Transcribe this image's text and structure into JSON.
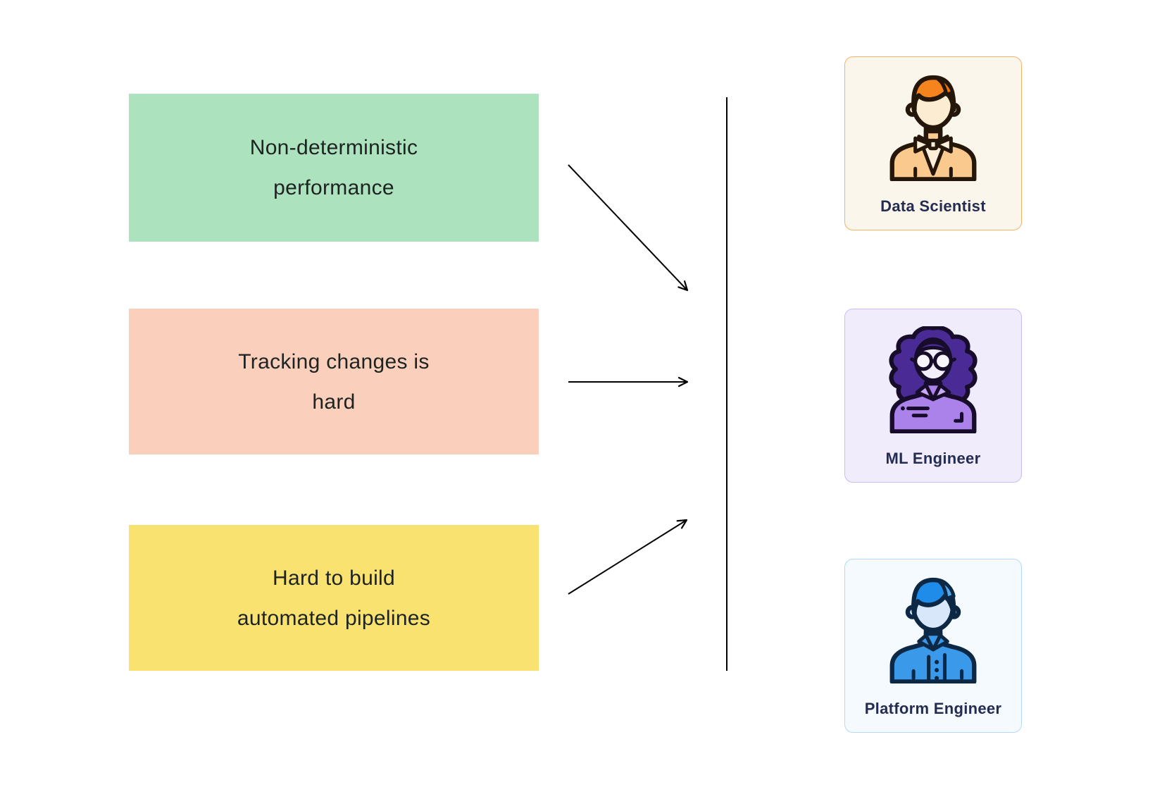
{
  "diagram": {
    "background": "#ffffff",
    "connector_color": "#000000"
  },
  "challenges": [
    {
      "line1": "Non-deterministic",
      "line2": "performance",
      "color": "#ACE3BE",
      "text_color": "#1D2320"
    },
    {
      "line1": "Tracking changes is",
      "line2": "hard",
      "color": "#FAD0BC",
      "text_color": "#1D2320"
    },
    {
      "line1": "Hard to build",
      "line2": "automated pipelines",
      "color": "#FAE271",
      "text_color": "#1D2320"
    }
  ],
  "personas": [
    {
      "label": "Data Scientist",
      "card_bg": "#FBF6EB",
      "border": "#F2B267",
      "label_color": "#252C52",
      "avatar": {
        "hair": "#F5831E",
        "hair_accent": "#ED760D",
        "skin": "#FCEDD2",
        "shirt": "#F9C98E",
        "detail": "#FBEFD9",
        "outline": "#241608"
      }
    },
    {
      "label": "ML Engineer",
      "card_bg": "#F0ECFC",
      "border": "#CBBCF2",
      "label_color": "#252C52",
      "avatar": {
        "hair": "#4A2B96",
        "skin": "#F2EFFA",
        "shirt": "#AB82EA",
        "detail": "#C9A9F2",
        "detail2": "#F8F5FD",
        "outline": "#170D2B"
      }
    },
    {
      "label": "Platform Engineer",
      "card_bg": "#F4FAFE",
      "border": "#B3DBF7",
      "label_color": "#252C52",
      "avatar": {
        "hair": "#1E8CE8",
        "hair_accent": "#54A9F0",
        "skin": "#D8E8FA",
        "shirt": "#3B99E9",
        "outline": "#0C2845"
      }
    }
  ]
}
